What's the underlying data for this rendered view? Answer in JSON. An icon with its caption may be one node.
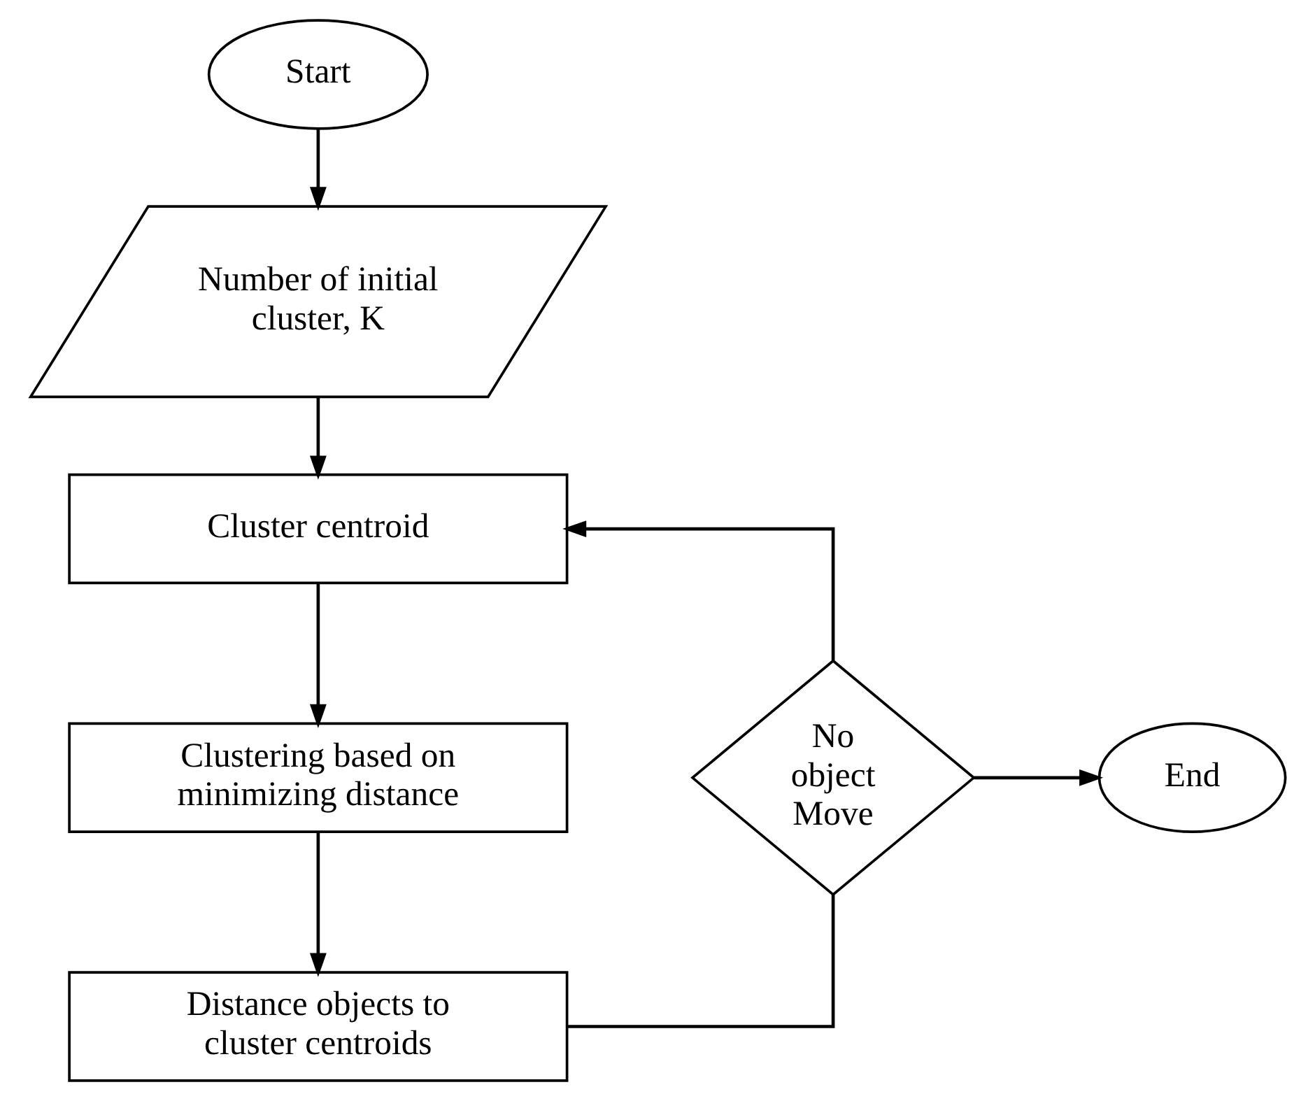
{
  "diagram": {
    "nodes": [
      {
        "text": [
          "Start"
        ]
      },
      {
        "text": [
          "Number of initial cluster, K"
        ]
      },
      {
        "text": [
          "Cluster centroid"
        ]
      },
      {
        "text": [
          "Clustering based on minimizing distance"
        ]
      },
      {
        "text": [
          "Distance objects to cluster centroids"
        ]
      },
      {
        "text": [
          "No object Move"
        ]
      },
      {
        "text": [
          "End"
        ]
      }
    ],
    "edges": [
      {
        "from": 0,
        "to": 1,
        "arrow": "to"
      },
      {
        "from": 1,
        "to": 2,
        "arrow": "to"
      },
      {
        "from": 2,
        "to": 3,
        "arrow": "to"
      },
      {
        "from": 3,
        "to": 4,
        "arrow": "to"
      },
      {
        "from": 4,
        "to": 5,
        "arrow": "none"
      },
      {
        "from": 5,
        "to": 2,
        "arrow": "to"
      },
      {
        "from": 5,
        "to": 6,
        "arrow": "to"
      }
    ]
  }
}
